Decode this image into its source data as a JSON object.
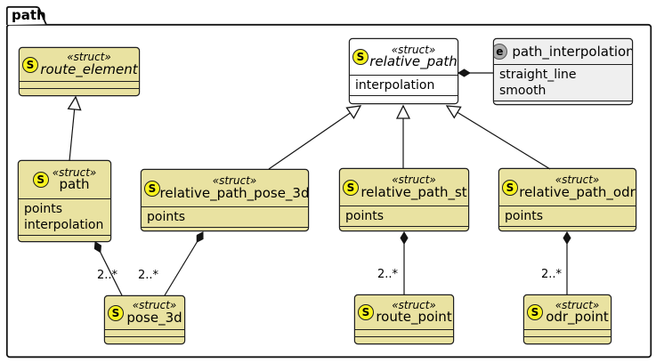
{
  "package": {
    "title": "path"
  },
  "colors": {
    "class_fill": "#E9E2A1",
    "class_border": "#1f1f1f",
    "abstract_fill": "#FFFFFF",
    "enum_fill": "#EFEFEF",
    "struct_badge_fill": "#F8F31E",
    "enum_badge_fill": "#ABABAB",
    "line_color": "#141414"
  },
  "badges": {
    "struct": "S",
    "enum": "e"
  },
  "classes": [
    {
      "stereotype": "«struct»",
      "name": "route_element",
      "attributes": []
    },
    {
      "stereotype": "«struct»",
      "name": "path",
      "attributes": [
        "points",
        "interpolation"
      ]
    },
    {
      "stereotype": "«struct»",
      "name": "relative_path",
      "attributes": [
        "interpolation"
      ]
    },
    {
      "stereotype": "«struct»",
      "name": "relative_path_pose_3d",
      "attributes": [
        "points"
      ]
    },
    {
      "stereotype": "«struct»",
      "name": "relative_path_st",
      "attributes": [
        "points"
      ]
    },
    {
      "stereotype": "«struct»",
      "name": "relative_path_odr",
      "attributes": [
        "points"
      ]
    },
    {
      "stereotype": "«struct»",
      "name": "pose_3d",
      "attributes": []
    },
    {
      "stereotype": "«struct»",
      "name": "route_point",
      "attributes": []
    },
    {
      "stereotype": "«struct»",
      "name": "odr_point",
      "attributes": []
    }
  ],
  "enum": {
    "name": "path_interpolation",
    "values": [
      "straight_line",
      "smooth"
    ]
  },
  "multiplicities": [
    "2..*",
    "2..*",
    "2..*",
    "2..*"
  ]
}
